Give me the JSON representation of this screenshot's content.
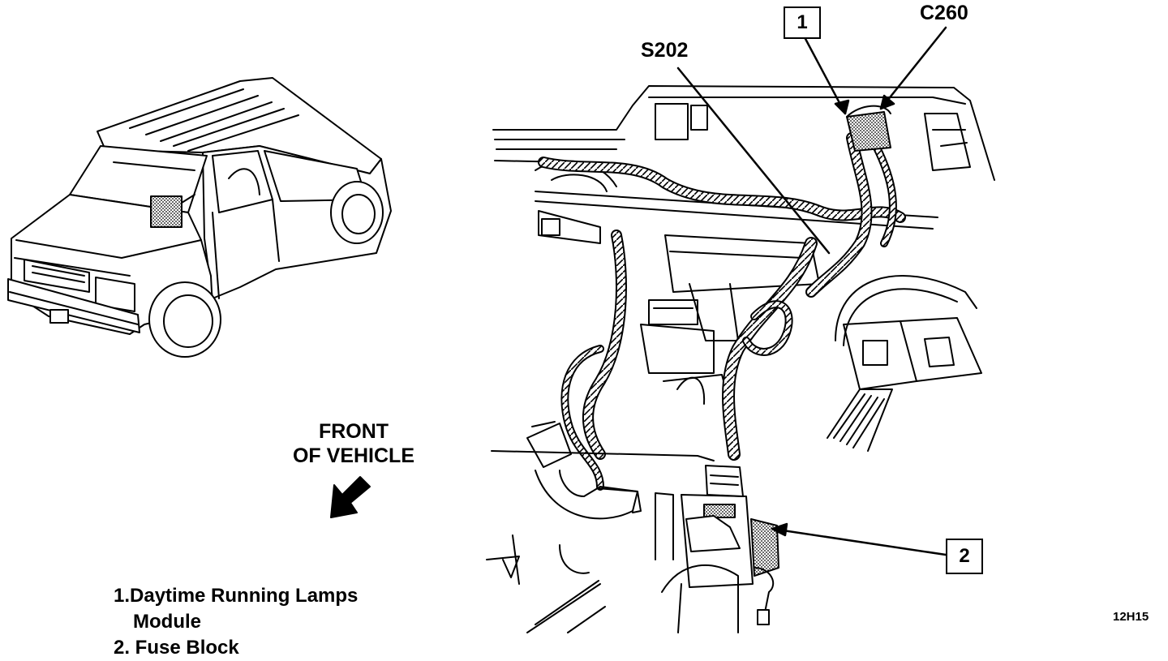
{
  "labels": {
    "connector_c260": "C260",
    "splice_s202": "S202",
    "callout_1": "1",
    "callout_2": "2",
    "front_line1": "FRONT",
    "front_line2": "OF VEHICLE",
    "figure_code": "12H15"
  },
  "legend": {
    "item1_line1": "1.Daytime Running Lamps",
    "item1_line2": "Module",
    "item2": "2. Fuse Block"
  }
}
